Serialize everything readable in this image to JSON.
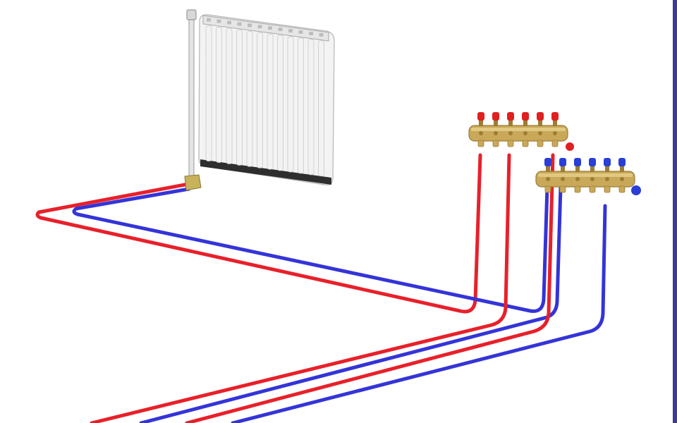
{
  "colors": {
    "background": "#ffffff",
    "supply_pipe": "#e8202a",
    "return_pipe": "#3434d8",
    "radiator_body": "#f2f2f2",
    "radiator_shadow": "#c9c9c9",
    "radiator_base": "#2a2a2a",
    "manifold_brass": "#c9a85a",
    "manifold_brass_dark": "#9c7d35",
    "supply_cap": "#e02020",
    "return_cap": "#2a3ed8",
    "edge_strip": "#3a3a9a"
  },
  "components": [
    {
      "name": "radiator",
      "icon": "radiator-icon"
    },
    {
      "name": "supply-manifold",
      "icon": "manifold-icon",
      "outlets": 6
    },
    {
      "name": "return-manifold",
      "icon": "manifold-icon",
      "outlets": 6
    }
  ]
}
